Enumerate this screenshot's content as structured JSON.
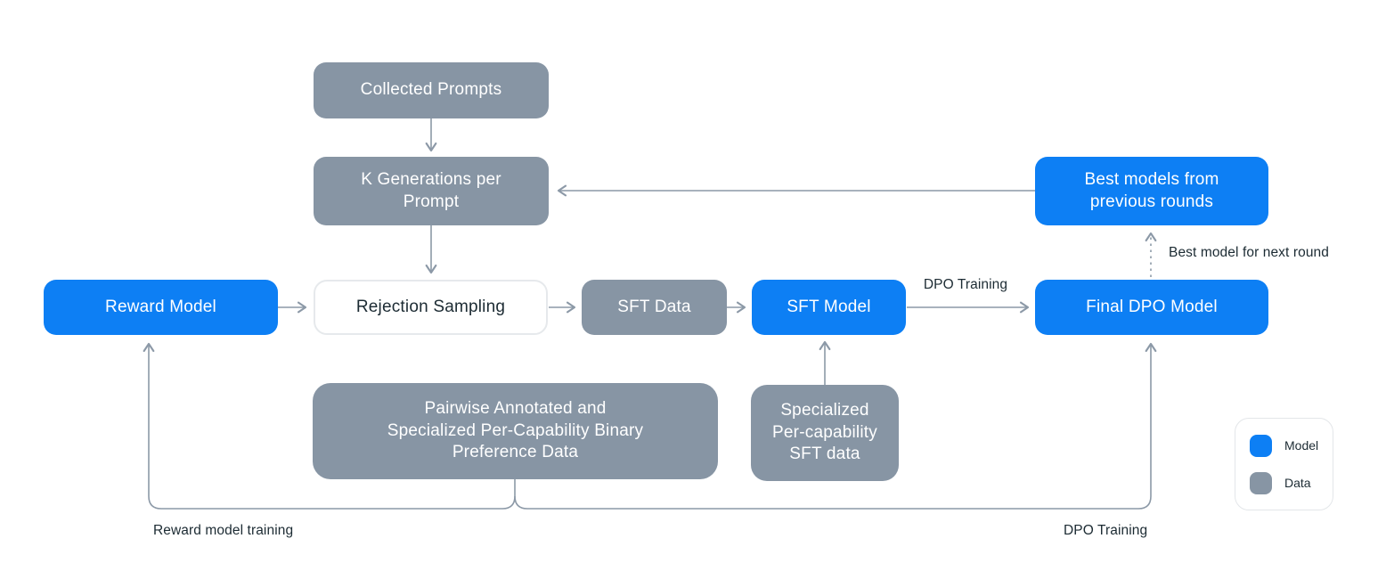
{
  "diagram": {
    "nodes": {
      "collected_prompts": {
        "label": "Collected Prompts",
        "type": "data"
      },
      "k_generations": {
        "lines": [
          "K Generations per",
          "Prompt"
        ],
        "type": "data"
      },
      "best_models": {
        "lines": [
          "Best models from",
          "previous rounds"
        ],
        "type": "model"
      },
      "reward_model": {
        "label": "Reward Model",
        "type": "model"
      },
      "rejection_sampling": {
        "label": "Rejection Sampling",
        "type": "process"
      },
      "sft_data": {
        "label": "SFT Data",
        "type": "data"
      },
      "sft_model": {
        "label": "SFT Model",
        "type": "model"
      },
      "final_dpo_model": {
        "label": "Final DPO Model",
        "type": "model"
      },
      "pairwise_preference_data": {
        "lines": [
          "Pairwise Annotated and",
          "Specialized Per-Capability Binary",
          "Preference Data"
        ],
        "type": "data"
      },
      "specialized_sft_data": {
        "lines": [
          "Specialized",
          "Per-capability",
          "SFT data"
        ],
        "type": "data"
      }
    },
    "edge_labels": {
      "dpo_training_arrow": "DPO Training",
      "best_model_for_next_round": "Best model for next round",
      "reward_model_training": "Reward model training",
      "dpo_training_loop": "DPO Training"
    },
    "legend": {
      "items": [
        {
          "label": "Model",
          "color": "#0D7FF4"
        },
        {
          "label": "Data",
          "color": "#8795A4"
        }
      ]
    },
    "colors": {
      "model_fill": "#0D7FF4",
      "data_fill": "#8795A4",
      "process_border": "#E6E9EC",
      "connector": "#8C99A7",
      "label_text": "#1C2B33",
      "background": "#FFFFFF"
    }
  }
}
